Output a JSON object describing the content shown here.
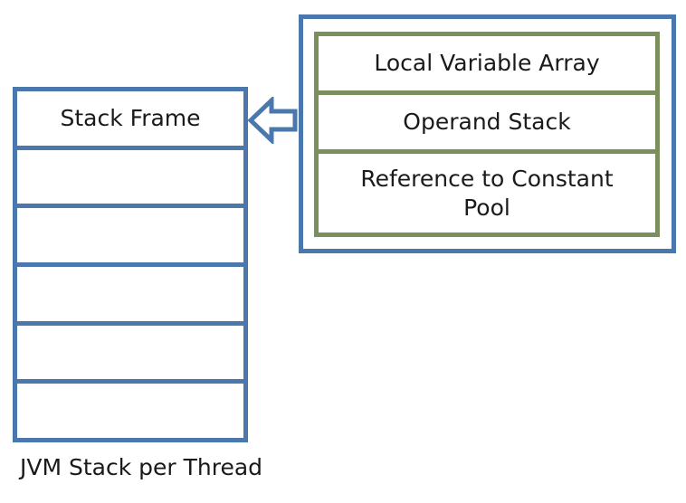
{
  "jvm_stack": {
    "caption": "JVM Stack per Thread",
    "frames": [
      "Stack Frame",
      "",
      "",
      "",
      "",
      ""
    ]
  },
  "stack_frame_detail": {
    "rows": [
      "Local Variable Array",
      "Operand Stack",
      "Reference to Constant Pool"
    ]
  },
  "colors": {
    "stack_border": "#4a78ad",
    "frame_border": "#7a8f5c"
  }
}
